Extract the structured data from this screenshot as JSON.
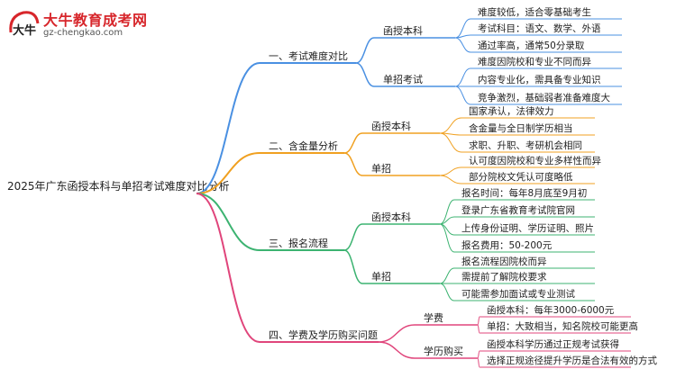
{
  "logo": {
    "title": "大牛教育成考网",
    "url": "gz-chengkao.com",
    "mark_text": "大牛"
  },
  "root": "2025年广东函授本科与单招考试难度对比分析",
  "colors": {
    "branch1": "#4a90e2",
    "branch2": "#f0a020",
    "branch3": "#3cb371",
    "branch4": "#e0457b"
  },
  "branches": [
    {
      "label": "一、考试难度对比",
      "children": [
        {
          "label": "函授本科",
          "leaves": [
            "难度较低，适合零基础考生",
            "考试科目：语文、数学、外语",
            "通过率高，通常50分录取"
          ]
        },
        {
          "label": "单招考试",
          "leaves": [
            "难度因院校和专业不同而异",
            "内容专业化，需具备专业知识",
            "竞争激烈，基础弱者准备难度大"
          ]
        }
      ]
    },
    {
      "label": "二、含金量分析",
      "children": [
        {
          "label": "函授本科",
          "leaves": [
            "国家承认，法律效力",
            "含金量与全日制学历相当",
            "求职、升职、考研机会相同"
          ]
        },
        {
          "label": "单招",
          "leaves": [
            "认可度因院校和专业多样性而异",
            "部分院校文凭认可度略低"
          ]
        }
      ]
    },
    {
      "label": "三、报名流程",
      "children": [
        {
          "label": "函授本科",
          "leaves": [
            "报名时间：每年8月底至9月初",
            "登录广东省教育考试院官网",
            "上传身份证明、学历证明、照片",
            "报名费用：50-200元"
          ]
        },
        {
          "label": "单招",
          "leaves": [
            "报名流程因院校而异",
            "需提前了解院校要求",
            "可能需参加面试或专业测试"
          ]
        }
      ]
    },
    {
      "label": "四、学费及学历购买问题",
      "children": [
        {
          "label": "学费",
          "leaves": [
            "函授本科：每年3000-6000元",
            "单招：大致相当，知名院校可能更高"
          ]
        },
        {
          "label": "学历购买",
          "leaves": [
            "函授本科学历通过正规考试获得",
            "选择正规途径提升学历是合法有效的方式"
          ]
        }
      ]
    }
  ]
}
